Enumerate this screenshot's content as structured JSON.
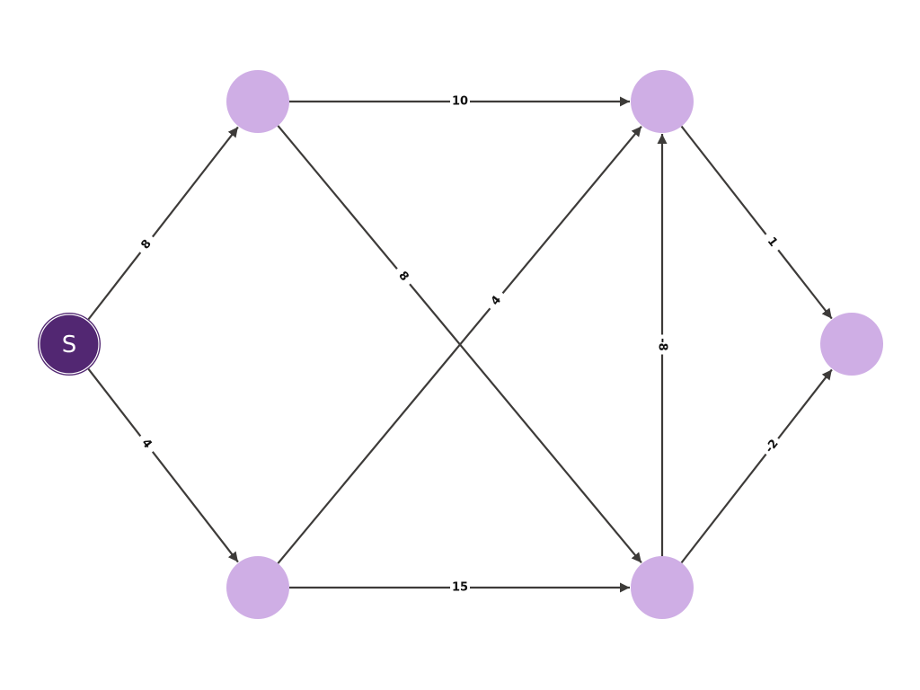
{
  "graph": {
    "nodes": [
      {
        "id": "s",
        "label": "S",
        "color": "#522772",
        "source": true
      },
      {
        "id": "a",
        "label": "",
        "color": "#cfaee5"
      },
      {
        "id": "b",
        "label": "",
        "color": "#cfaee5"
      },
      {
        "id": "c",
        "label": "",
        "color": "#cfaee5"
      },
      {
        "id": "d",
        "label": "",
        "color": "#cfaee5"
      },
      {
        "id": "t",
        "label": "",
        "color": "#cfaee5"
      }
    ],
    "edges": [
      {
        "from": "s",
        "to": "a",
        "weight": "8"
      },
      {
        "from": "s",
        "to": "b",
        "weight": "4"
      },
      {
        "from": "a",
        "to": "c",
        "weight": "10"
      },
      {
        "from": "a",
        "to": "d",
        "weight": "8"
      },
      {
        "from": "b",
        "to": "c",
        "weight": "4"
      },
      {
        "from": "b",
        "to": "d",
        "weight": "15"
      },
      {
        "from": "d",
        "to": "c",
        "weight": "-8"
      },
      {
        "from": "c",
        "to": "t",
        "weight": "1"
      },
      {
        "from": "d",
        "to": "t",
        "weight": "-2"
      }
    ],
    "edge_color": "#3d3b39"
  }
}
